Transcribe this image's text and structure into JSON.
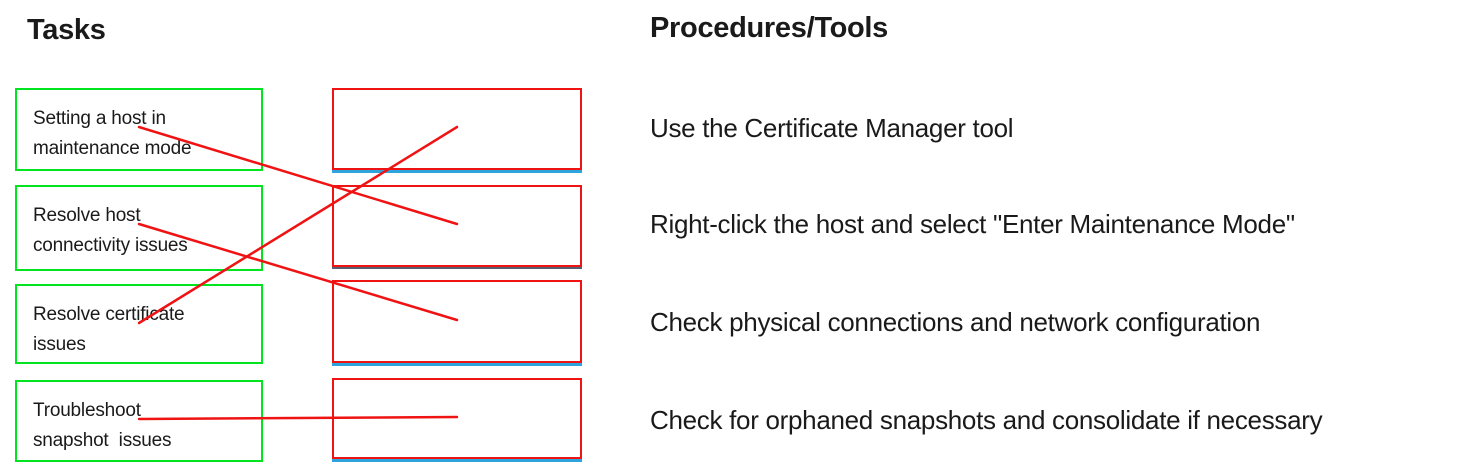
{
  "headings": {
    "left": "Tasks",
    "right": "Procedures/Tools"
  },
  "tasks": [
    {
      "label": "Setting a host in\nmaintenance mode"
    },
    {
      "label": "Resolve host\nconnectivity issues"
    },
    {
      "label": "Resolve certificate\nissues"
    },
    {
      "label": "Troubleshoot\nsnapshot  issues"
    }
  ],
  "answer_slots": [
    {
      "value": "",
      "underline_color": "#2fa3dc"
    },
    {
      "value": "",
      "underline_color": "#566070"
    },
    {
      "value": "",
      "underline_color": "#2fa3dc"
    },
    {
      "value": "",
      "underline_color": "#2fa3dc"
    }
  ],
  "procedures": [
    {
      "label": "Use the Certificate Manager tool"
    },
    {
      "label": "Right-click the host and select \"Enter Maintenance Mode\""
    },
    {
      "label": "Check physical connections and network configuration"
    },
    {
      "label": "Check for orphaned snapshots and consolidate if necessary"
    }
  ],
  "connections": [
    {
      "task": 0,
      "slot": 1
    },
    {
      "task": 1,
      "slot": 2
    },
    {
      "task": 2,
      "slot": 0
    },
    {
      "task": 3,
      "slot": 3
    }
  ],
  "colors": {
    "task_box_border": "#00e51f",
    "slot_box_border": "#f01313",
    "connector_line": "#f01313",
    "slot_underline": "#2fa3dc",
    "slot_2_underline": "#566070"
  }
}
